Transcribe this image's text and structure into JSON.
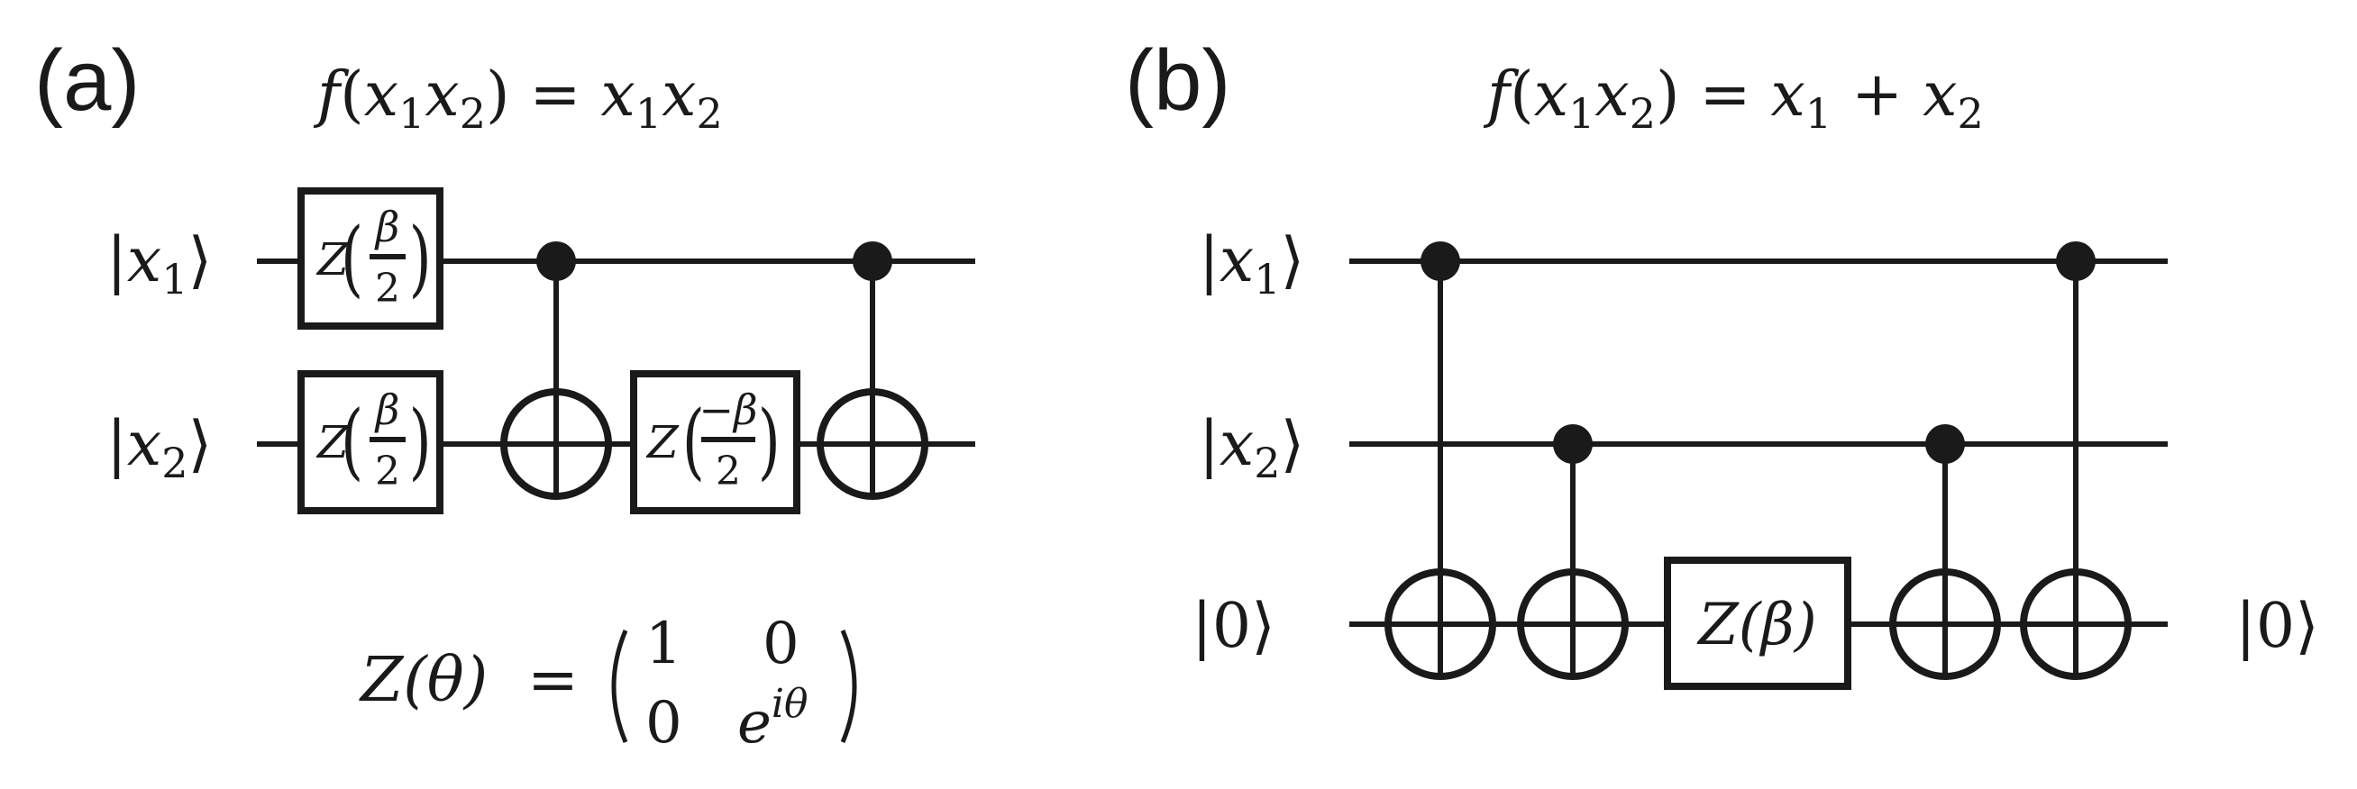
{
  "panel_a": {
    "label": "(a)",
    "title": {
      "f": "f",
      "args": [
        "x",
        "1",
        "x",
        "2"
      ],
      "eq": "=",
      "rhs": [
        "x",
        "1",
        "x",
        "2"
      ]
    },
    "inputs": [
      {
        "x": "x",
        "sub": "1"
      },
      {
        "x": "x",
        "sub": "2"
      }
    ],
    "gates": {
      "z_half": {
        "z": "Z",
        "num": "β",
        "den": "2"
      },
      "z_neg_half": {
        "z": "Z",
        "num": "−β",
        "den": "2"
      }
    },
    "definition": {
      "lhs": "Z(θ)",
      "eq": "=",
      "matrix": [
        [
          "1",
          "0"
        ],
        [
          "0",
          "e"
        ]
      ],
      "exponent": "iθ"
    }
  },
  "panel_b": {
    "label": "(b)",
    "title": {
      "f": "f",
      "args": [
        "x",
        "1",
        "x",
        "2"
      ],
      "eq": "=",
      "rhs": [
        "x",
        "1",
        "+",
        "x",
        "2"
      ]
    },
    "inputs": [
      {
        "x": "x",
        "sub": "1"
      },
      {
        "x": "x",
        "sub": "2"
      },
      {
        "x": "0",
        "sub": ""
      }
    ],
    "gate": {
      "label": "Z(β)"
    },
    "output": "0"
  }
}
